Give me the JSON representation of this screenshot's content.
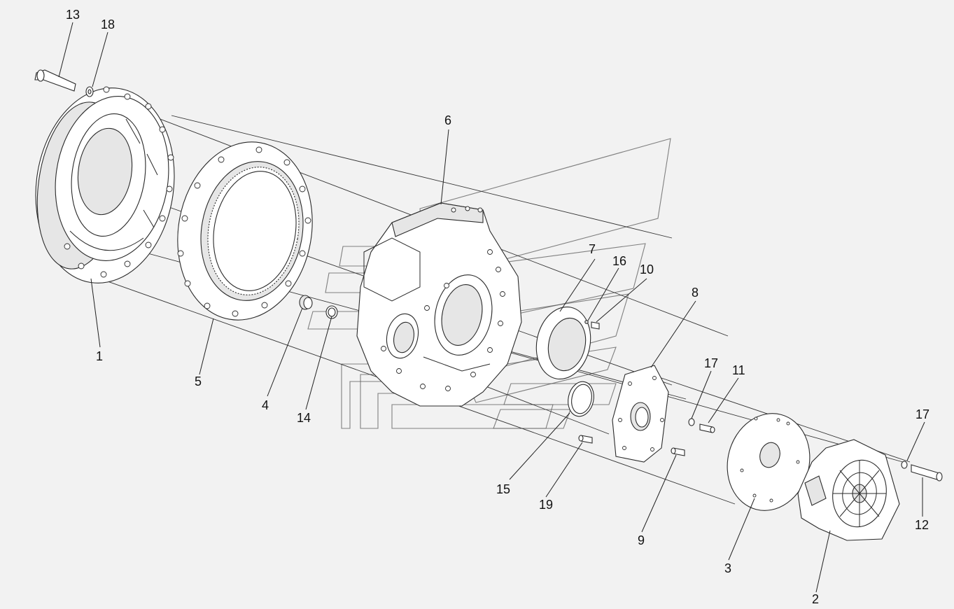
{
  "callouts": [
    {
      "id": "c13",
      "text": "13"
    },
    {
      "id": "c18",
      "text": "18"
    },
    {
      "id": "c1",
      "text": "1"
    },
    {
      "id": "c5",
      "text": "5"
    },
    {
      "id": "c6",
      "text": "6"
    },
    {
      "id": "c4",
      "text": "4"
    },
    {
      "id": "c14",
      "text": "14"
    },
    {
      "id": "c7",
      "text": "7"
    },
    {
      "id": "c16",
      "text": "16"
    },
    {
      "id": "c10",
      "text": "10"
    },
    {
      "id": "c8",
      "text": "8"
    },
    {
      "id": "c17a",
      "text": "17"
    },
    {
      "id": "c11",
      "text": "11"
    },
    {
      "id": "c15",
      "text": "15"
    },
    {
      "id": "c19",
      "text": "19"
    },
    {
      "id": "c9",
      "text": "9"
    },
    {
      "id": "c3",
      "text": "3"
    },
    {
      "id": "c17b",
      "text": "17"
    },
    {
      "id": "c12",
      "text": "12"
    },
    {
      "id": "c2",
      "text": "2"
    }
  ]
}
